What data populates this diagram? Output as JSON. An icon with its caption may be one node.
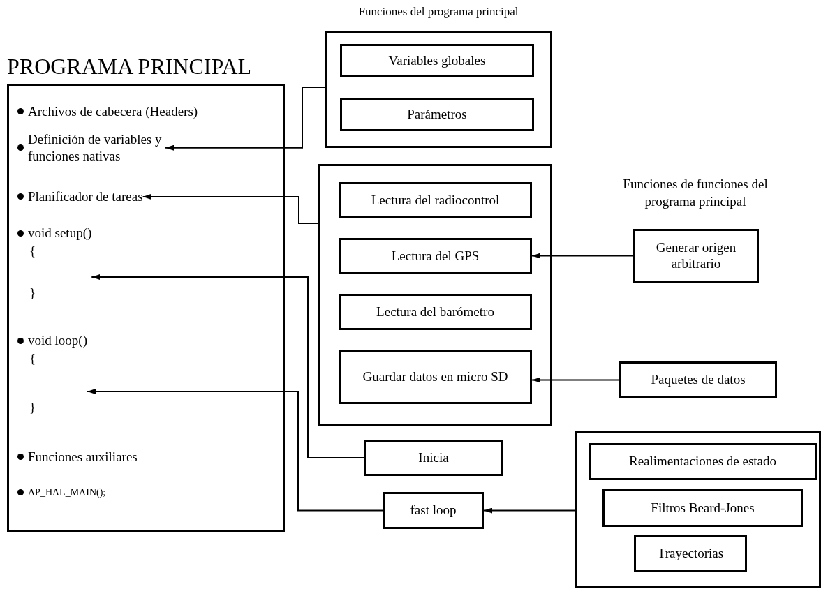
{
  "diagram": {
    "nodes": [
      {
        "text": [
          "PROGRAMA PRINCIPAL"
        ]
      },
      {
        "text": [
          "Archivos de cabecera (Headers)"
        ],
        "in": 0
      },
      {
        "text": [
          "Definición de variables y funciones nativas"
        ],
        "in": 0
      },
      {
        "text": [
          "Planificador de tareas"
        ],
        "in": 0
      },
      {
        "text": [
          "void setup()",
          "{",
          "}"
        ],
        "in": 0
      },
      {
        "text": [
          "void loop()",
          "{",
          "}"
        ],
        "in": 0
      },
      {
        "text": [
          "Funciones auxiliares"
        ],
        "in": 0
      },
      {
        "text": [
          "AP_HAL_MAIN();"
        ],
        "in": 0
      },
      {
        "text": [
          "Funciones del programa principal"
        ]
      },
      {
        "text": [
          "Variables globales"
        ],
        "in": 8
      },
      {
        "text": [
          "Parámetros"
        ],
        "in": 8
      },
      {
        "text": [],
        "shape": "box"
      },
      {
        "text": [
          "Lectura del radiocontrol"
        ],
        "in": 11
      },
      {
        "text": [
          "Lectura del GPS"
        ],
        "in": 11
      },
      {
        "text": [
          "Lectura del barómetro"
        ],
        "in": 11
      },
      {
        "text": [
          "Guardar datos en micro SD"
        ],
        "in": 11
      },
      {
        "text": [
          "Generar origen arbitrario"
        ]
      },
      {
        "text": [
          "Paquetes de datos"
        ]
      },
      {
        "text": [
          "Inicia"
        ]
      },
      {
        "text": [
          "fast loop"
        ]
      },
      {
        "text": [],
        "shape": "box"
      },
      {
        "text": [
          "Realimentaciones de estado"
        ],
        "in": 20
      },
      {
        "text": [
          "Filtros Beard-Jones"
        ],
        "in": 20
      },
      {
        "text": [
          "Trayectorias"
        ],
        "in": 20
      }
    ],
    "edges": [
      {
        "from": 8,
        "to": 2,
        "arrow": "to"
      },
      {
        "from": 11,
        "to": 3,
        "arrow": "to"
      },
      {
        "from": 18,
        "to": 4,
        "arrow": "to"
      },
      {
        "from": 19,
        "to": 5,
        "arrow": "to"
      },
      {
        "from": 16,
        "to": 13,
        "arrow": "to"
      },
      {
        "from": 17,
        "to": 15,
        "arrow": "to"
      },
      {
        "from": 20,
        "to": 19,
        "arrow": "to"
      }
    ],
    "labels": [
      "Funciones de funciones del programa principal"
    ]
  }
}
